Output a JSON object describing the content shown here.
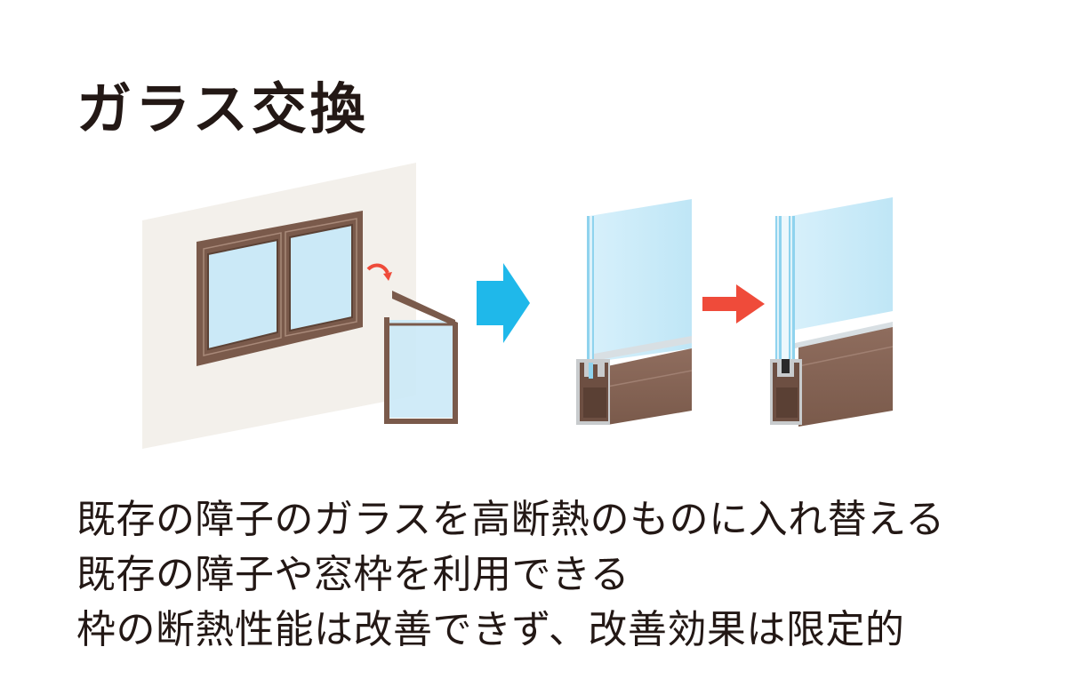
{
  "title": "ガラス交換",
  "descriptions": [
    "既存の障子のガラスを高断熱のものに入れ替える",
    "既存の障子や窓枠を利用できる",
    "枠の断熱性能は改善できず、改善効果は限定的"
  ],
  "colors": {
    "text": "#231815",
    "wall": "#f3f0eb",
    "frame": "#7a5a4b",
    "frame_light": "#8c6a5b",
    "glass": "#cbe9f7",
    "glass_edge": "#8fd3ee",
    "blue_arrow": "#1fb8ea",
    "red_arrow": "#ef4b3a"
  },
  "icons": {
    "step_arrow": "right-arrow-icon",
    "upgrade_arrow": "right-arrow-icon",
    "swap_arrow": "curved-arrow-icon"
  }
}
